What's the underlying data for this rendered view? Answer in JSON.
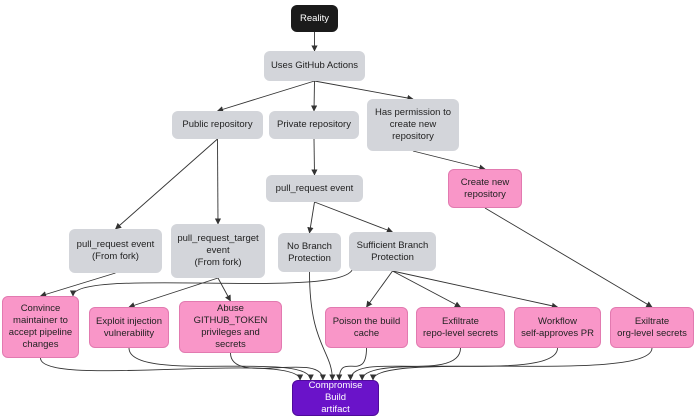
{
  "diagram": {
    "nodes": {
      "reality": "Reality",
      "uses_actions": "Uses GitHub Actions",
      "public_repo": "Public repository",
      "private_repo": "Private repository",
      "has_permission": "Has permission to\ncreate new\nrepository",
      "pr_event": "pull_request event",
      "create_repo": "Create new\nrepository",
      "pr_event_fork": "pull_request event\n(From fork)",
      "pr_target_event": "pull_request_target\nevent\n(From fork)",
      "no_branch_protection": "No Branch\nProtection",
      "sufficient_branch_protection": "Sufficient Branch\nProtection",
      "convince_maintainer": "Convince\nmaintainer to\naccept pipeline\nchanges",
      "exploit_injection": "Exploit injection\nvulnerability",
      "abuse_token": "Abuse GITHUB_TOKEN\nprivileges and\nsecrets",
      "poison_cache": "Poison the build\ncache",
      "exfil_repo_secrets": "Exfiltrate\nrepo-level secrets",
      "workflow_self_approves": "Workflow\nself-approves PR",
      "exfil_org_secrets": "Exiltrate\norg-level secrets",
      "compromise_artifact": "Compromise Build\nartifact"
    },
    "edges": [
      [
        "reality",
        "uses_actions"
      ],
      [
        "uses_actions",
        "public_repo"
      ],
      [
        "uses_actions",
        "private_repo"
      ],
      [
        "uses_actions",
        "has_permission"
      ],
      [
        "public_repo",
        "pr_event_fork"
      ],
      [
        "public_repo",
        "pr_target_event"
      ],
      [
        "private_repo",
        "pr_event"
      ],
      [
        "has_permission",
        "create_repo"
      ],
      [
        "pr_event",
        "no_branch_protection"
      ],
      [
        "pr_event",
        "sufficient_branch_protection"
      ],
      [
        "create_repo",
        "exfil_org_secrets"
      ],
      [
        "pr_event_fork",
        "convince_maintainer"
      ],
      [
        "pr_target_event",
        "exploit_injection"
      ],
      [
        "pr_target_event",
        "abuse_token"
      ],
      [
        "sufficient_branch_protection",
        "convince_maintainer"
      ],
      [
        "sufficient_branch_protection",
        "poison_cache"
      ],
      [
        "sufficient_branch_protection",
        "exfil_repo_secrets"
      ],
      [
        "sufficient_branch_protection",
        "workflow_self_approves"
      ],
      [
        "no_branch_protection",
        "compromise_artifact"
      ],
      [
        "convince_maintainer",
        "compromise_artifact"
      ],
      [
        "exploit_injection",
        "compromise_artifact"
      ],
      [
        "abuse_token",
        "compromise_artifact"
      ],
      [
        "poison_cache",
        "compromise_artifact"
      ],
      [
        "exfil_repo_secrets",
        "compromise_artifact"
      ],
      [
        "workflow_self_approves",
        "compromise_artifact"
      ],
      [
        "exfil_org_secrets",
        "compromise_artifact"
      ]
    ]
  }
}
